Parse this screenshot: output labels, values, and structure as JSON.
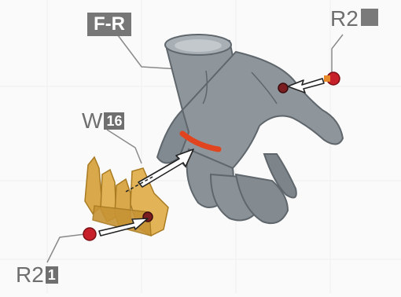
{
  "labels": {
    "fr": "F-R",
    "r2_top": "R2",
    "w16_prefix": "W",
    "w16_num": "16",
    "r2_bottom": "R2",
    "r2_bottom_num": "1"
  },
  "colors": {
    "hand": "#8e969c",
    "hand_shadow": "#5f676d",
    "claw": "#d9a84a",
    "claw_shadow": "#a87a22",
    "accent_red": "#e0451f",
    "pin": "#c8202a",
    "leader": "#7a7a7a"
  },
  "icons": [
    "arrow-icon",
    "pin-icon"
  ]
}
